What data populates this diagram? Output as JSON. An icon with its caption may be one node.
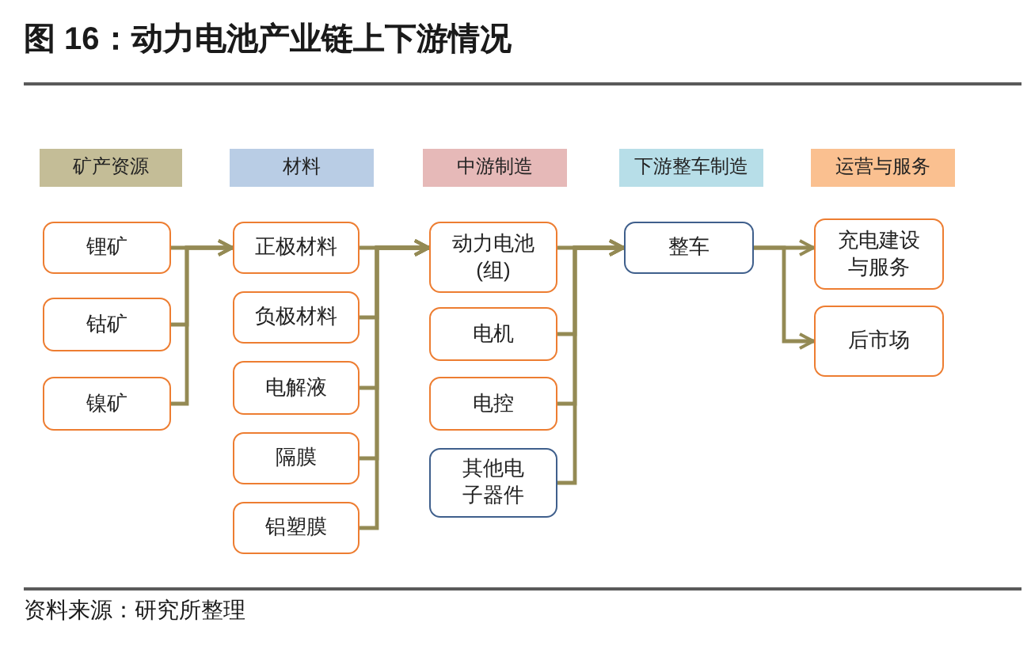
{
  "diagram": {
    "title": "图 16：动力电池产业链上下游情况",
    "caption": "资料来源：研究所整理",
    "nodes": [
      {
        "text": [
          "矿产资源"
        ]
      },
      {
        "text": [
          "材料"
        ]
      },
      {
        "text": [
          "中游制造"
        ]
      },
      {
        "text": [
          "下游整车制造"
        ]
      },
      {
        "text": [
          "运营与服务"
        ]
      },
      {
        "text": [
          "锂矿"
        ]
      },
      {
        "text": [
          "钴矿"
        ]
      },
      {
        "text": [
          "镍矿"
        ]
      },
      {
        "text": [
          "正极材料"
        ]
      },
      {
        "text": [
          "负极材料"
        ]
      },
      {
        "text": [
          "电解液"
        ]
      },
      {
        "text": [
          "隔膜"
        ]
      },
      {
        "text": [
          "铝塑膜"
        ]
      },
      {
        "text": [
          "动力电池(组)"
        ]
      },
      {
        "text": [
          "电机"
        ]
      },
      {
        "text": [
          "电控"
        ]
      },
      {
        "text": [
          "其他电子器件"
        ]
      },
      {
        "text": [
          "整车"
        ]
      },
      {
        "text": [
          "充电建设与服务"
        ]
      },
      {
        "text": [
          "后市场"
        ]
      }
    ],
    "edges": [
      {
        "from": 5,
        "to": 8,
        "arrow": "to"
      },
      {
        "from": 6,
        "to": 8,
        "arrow": "to"
      },
      {
        "from": 7,
        "to": 8,
        "arrow": "to"
      },
      {
        "from": 8,
        "to": 13,
        "arrow": "to"
      },
      {
        "from": 9,
        "to": 13,
        "arrow": "to"
      },
      {
        "from": 10,
        "to": 13,
        "arrow": "to"
      },
      {
        "from": 11,
        "to": 13,
        "arrow": "to"
      },
      {
        "from": 12,
        "to": 13,
        "arrow": "to"
      },
      {
        "from": 13,
        "to": 17,
        "arrow": "to"
      },
      {
        "from": 14,
        "to": 17,
        "arrow": "to"
      },
      {
        "from": 15,
        "to": 17,
        "arrow": "to"
      },
      {
        "from": 16,
        "to": 17,
        "arrow": "to"
      },
      {
        "from": 17,
        "to": 18,
        "arrow": "to"
      },
      {
        "from": 17,
        "to": 19,
        "arrow": "to"
      }
    ]
  }
}
